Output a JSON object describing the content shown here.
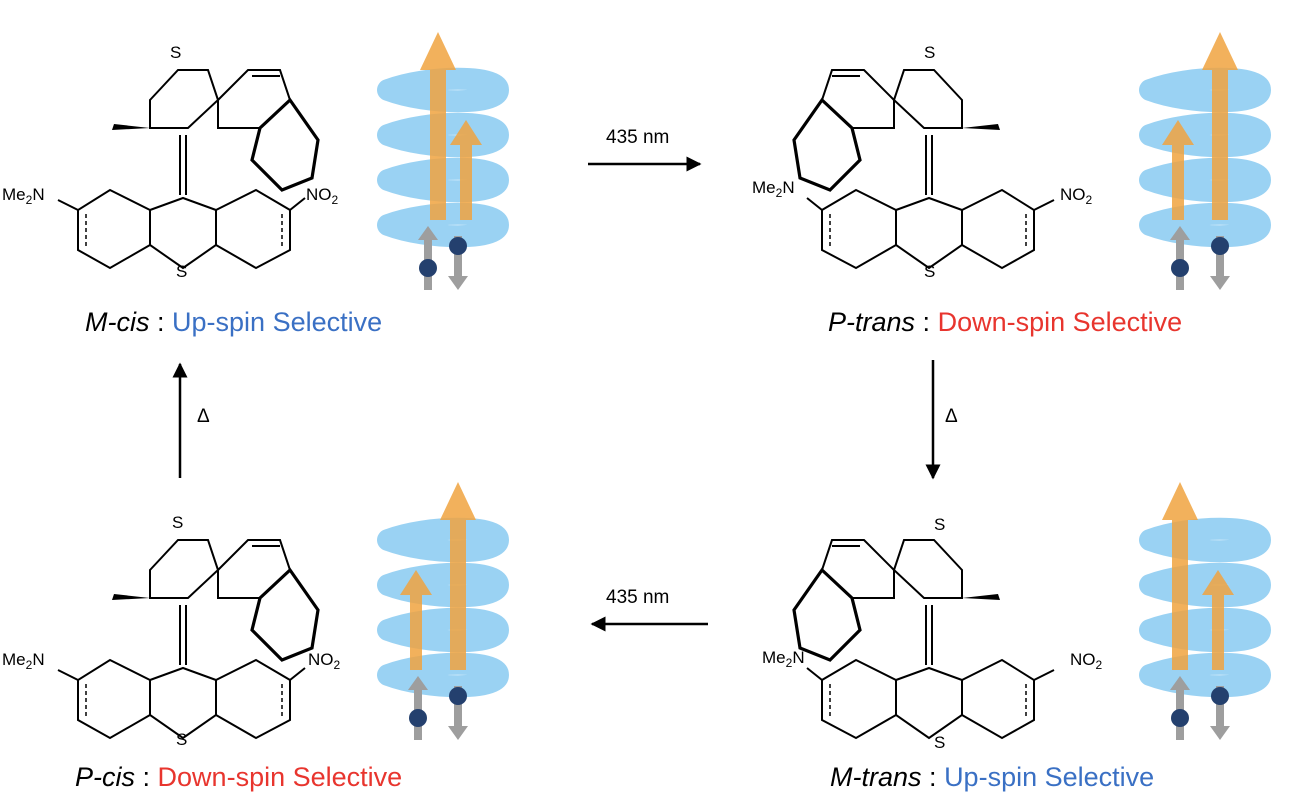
{
  "colors": {
    "up_spin": "#3a70c4",
    "down_spin": "#e8352e",
    "helix": "#8fcdf2",
    "spin_arrow": "#f0a33f",
    "electron": "#24406e"
  },
  "states": [
    {
      "id": "m-cis",
      "isomer": "M-cis",
      "separator": ":",
      "selectivity": "Up-spin Selective",
      "selectivity_color": "up_spin"
    },
    {
      "id": "p-trans",
      "isomer": "P-trans",
      "separator": ":",
      "selectivity": "Down-spin Selective",
      "selectivity_color": "down_spin"
    },
    {
      "id": "m-trans",
      "isomer": "M-trans",
      "separator": ":",
      "selectivity": "Up-spin Selective",
      "selectivity_color": "up_spin"
    },
    {
      "id": "p-cis",
      "isomer": "P-cis",
      "separator": ":",
      "selectivity": "Down-spin Selective",
      "selectivity_color": "down_spin"
    }
  ],
  "transitions": [
    {
      "id": "m-cis-to-p-trans",
      "label": "435 nm"
    },
    {
      "id": "p-trans-to-m-trans",
      "label": "Δ"
    },
    {
      "id": "m-trans-to-p-cis",
      "label": "435 nm"
    },
    {
      "id": "p-cis-to-m-cis",
      "label": "Δ"
    }
  ],
  "molecule_labels": {
    "sulfur": "S",
    "amine": "Me",
    "amine_sub": "2",
    "amine_n": "N",
    "nitro": "NO",
    "nitro_sub": "2"
  }
}
